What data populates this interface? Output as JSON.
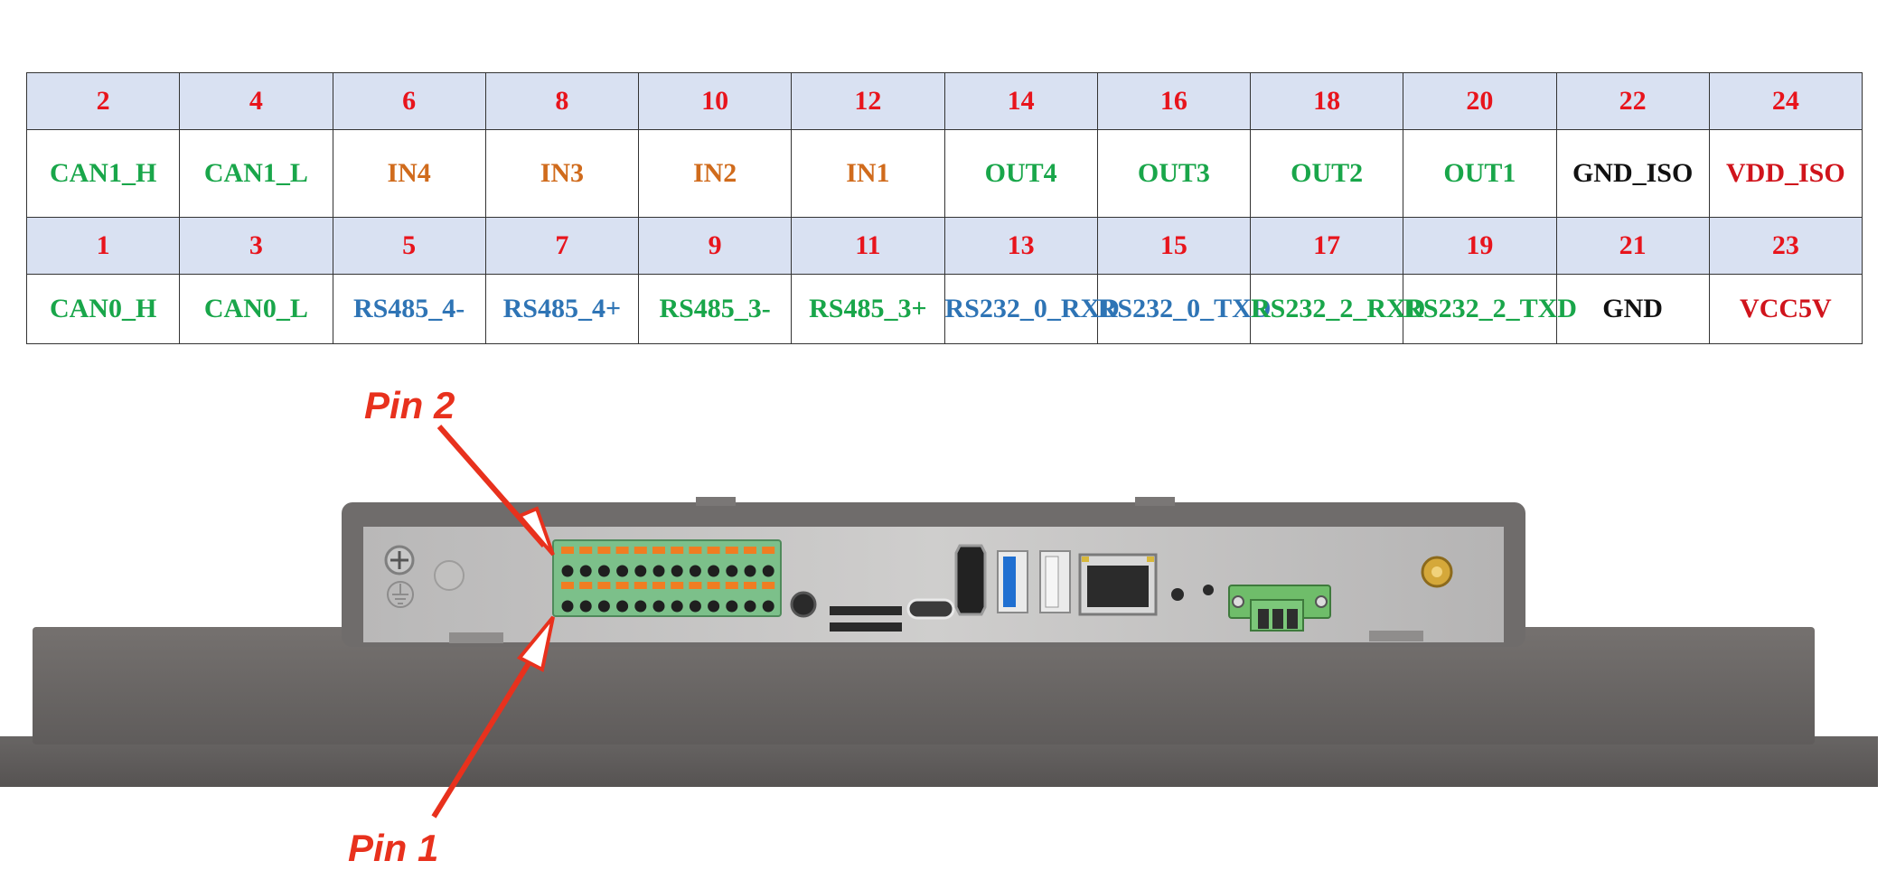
{
  "pin_table": {
    "top_numbers": [
      "2",
      "4",
      "6",
      "8",
      "10",
      "12",
      "14",
      "16",
      "18",
      "20",
      "22",
      "24"
    ],
    "top_signals": [
      {
        "label": "CAN1_H",
        "color": "#19a64a"
      },
      {
        "label": "CAN1_L",
        "color": "#19a64a"
      },
      {
        "label": "IN4",
        "color": "#d06b1c"
      },
      {
        "label": "IN3",
        "color": "#d06b1c"
      },
      {
        "label": "IN2",
        "color": "#d06b1c"
      },
      {
        "label": "IN1",
        "color": "#d06b1c"
      },
      {
        "label": "OUT4",
        "color": "#19a64a"
      },
      {
        "label": "OUT3",
        "color": "#19a64a"
      },
      {
        "label": "OUT2",
        "color": "#19a64a"
      },
      {
        "label": "OUT1",
        "color": "#19a64a"
      },
      {
        "label": "GND_ISO",
        "color": "#111111"
      },
      {
        "label": "VDD_ISO",
        "color": "#d0141c"
      }
    ],
    "bottom_numbers": [
      "1",
      "3",
      "5",
      "7",
      "9",
      "11",
      "13",
      "15",
      "17",
      "19",
      "21",
      "23"
    ],
    "bottom_signals": [
      {
        "label": "CAN0_H",
        "color": "#19a64a"
      },
      {
        "label": "CAN0_L",
        "color": "#19a64a"
      },
      {
        "label": "RS485_4-",
        "color": "#2e74b5"
      },
      {
        "label": "RS485_4+",
        "color": "#2e74b5"
      },
      {
        "label": "RS485_3-",
        "color": "#19a64a"
      },
      {
        "label": "RS485_3+",
        "color": "#19a64a"
      },
      {
        "label": "RS232_0_RXD",
        "color": "#2e74b5"
      },
      {
        "label": "RS232_0_TXD",
        "color": "#2e74b5"
      },
      {
        "label": "RS232_2_RXD",
        "color": "#19a64a"
      },
      {
        "label": "RS232_2_TXD",
        "color": "#19a64a"
      },
      {
        "label": "GND",
        "color": "#111111"
      },
      {
        "label": "VCC5V",
        "color": "#d0141c"
      }
    ]
  },
  "callouts": {
    "pin2": "Pin 2",
    "pin1": "Pin 1",
    "color": "#e8311d"
  },
  "device": {
    "body_color": "#6d6a69",
    "panel_color": "#bdbcbc",
    "terminal_color": "#7cc08a",
    "lever_color": "#f07d22",
    "icons": [
      "ground-screw-icon",
      "earth-ground-icon",
      "audio-jack-icon",
      "sd-card-slot-icon",
      "usb-c-port-icon",
      "hdmi-port-icon",
      "usb-a-port-icon",
      "ethernet-port-icon",
      "led-indicator-icon",
      "power-terminal-icon",
      "antenna-connector-icon"
    ]
  }
}
